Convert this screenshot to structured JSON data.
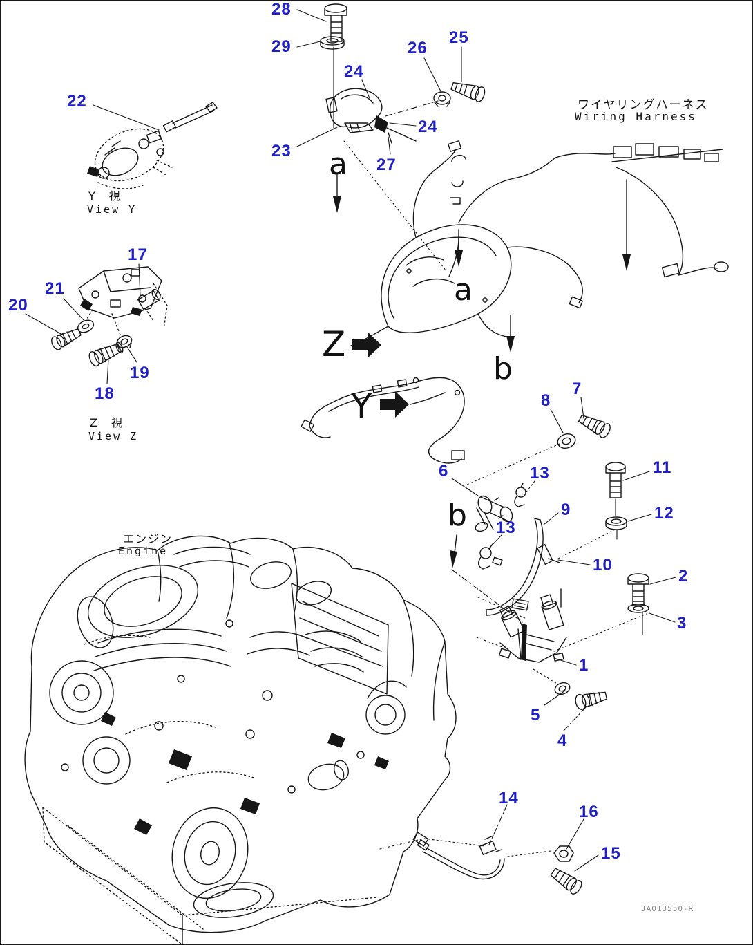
{
  "colors": {
    "callout_blue": "#1f1fc8",
    "line_black": "#161616",
    "code_gray": "#8a8a8a",
    "background": "#ffffff"
  },
  "labels": {
    "wiring_harness_ja": "ワイヤリングハーネス",
    "wiring_harness_en": "Wiring Harness",
    "view_y_ja": "Y　視",
    "view_y_en": "View Y",
    "view_z_ja": "Z　視",
    "view_z_en": "View Z",
    "engine_ja": "エンジン",
    "engine_en": "Engine"
  },
  "direction_arrows": {
    "z": "Z",
    "y": "Y"
  },
  "section_markers": {
    "a1": "a",
    "a2": "a",
    "b1": "b",
    "b2": "b"
  },
  "callouts": [
    {
      "num": "28"
    },
    {
      "num": "29"
    },
    {
      "num": "24"
    },
    {
      "num": "26"
    },
    {
      "num": "25"
    },
    {
      "num": "24"
    },
    {
      "num": "23"
    },
    {
      "num": "27"
    },
    {
      "num": "22"
    },
    {
      "num": "17"
    },
    {
      "num": "21"
    },
    {
      "num": "20"
    },
    {
      "num": "19"
    },
    {
      "num": "18"
    },
    {
      "num": "7"
    },
    {
      "num": "8"
    },
    {
      "num": "6"
    },
    {
      "num": "13"
    },
    {
      "num": "11"
    },
    {
      "num": "12"
    },
    {
      "num": "9"
    },
    {
      "num": "13"
    },
    {
      "num": "10"
    },
    {
      "num": "2"
    },
    {
      "num": "3"
    },
    {
      "num": "1"
    },
    {
      "num": "5"
    },
    {
      "num": "4"
    },
    {
      "num": "14"
    },
    {
      "num": "16"
    },
    {
      "num": "15"
    }
  ],
  "footer": {
    "drawing_code": "JA013550-R"
  }
}
